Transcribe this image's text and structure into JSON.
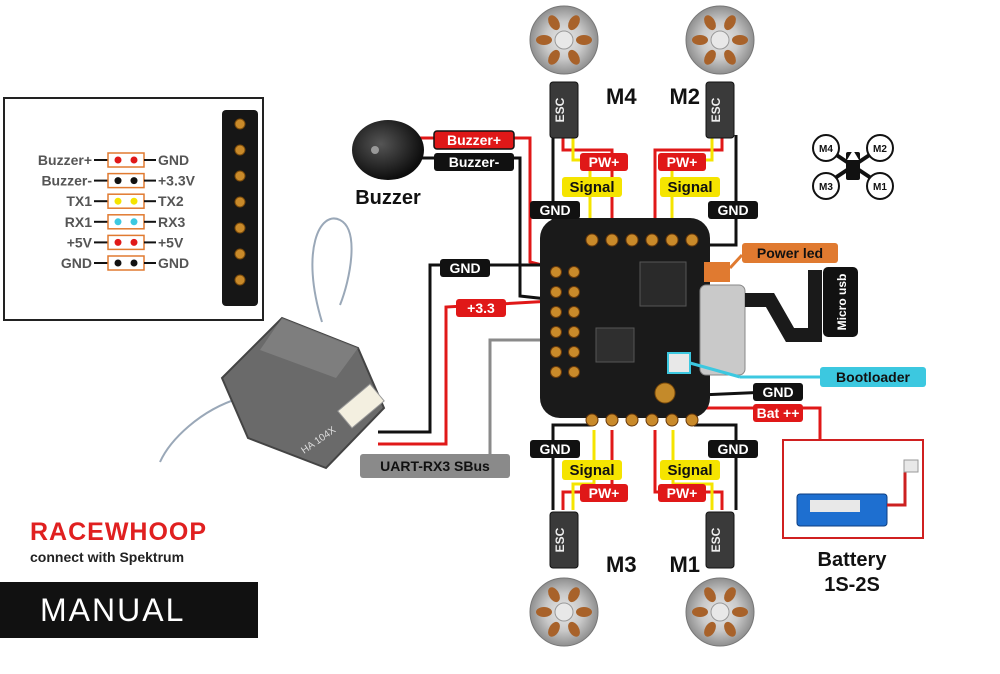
{
  "pinout": {
    "left": [
      "Buzzer+",
      "Buzzer-",
      "TX1",
      "RX1",
      "+5V",
      "GND"
    ],
    "right": [
      "GND",
      "+3.3V",
      "TX2",
      "RX3",
      "+5V",
      "GND"
    ]
  },
  "motors": {
    "m4": "M4",
    "m2": "M2",
    "m3": "M3",
    "m1": "M1"
  },
  "esc": "ESC",
  "wires": {
    "gnd": "GND",
    "signal": "Signal",
    "pw": "PW+",
    "buzzer_plus": "Buzzer+",
    "buzzer_minus": "Buzzer-",
    "v33": "+3.3",
    "uart": "UART-RX3 SBus",
    "power_led": "Power led",
    "micro_usb": "Micro usb",
    "bootloader": "Bootloader",
    "bat": "Bat ++"
  },
  "buzzer_label": "Buzzer",
  "battery": {
    "label": "Battery",
    "spec": "1S-2S"
  },
  "receiver_text": "HA 104X",
  "orientation": {
    "m4": "M4",
    "m2": "M2",
    "m3": "M3",
    "m1": "M1"
  },
  "brand": {
    "title": "RACEWHOOP",
    "subtitle": "connect with Spektrum",
    "manual": "MANUAL"
  },
  "colors": {
    "red": "#e01818",
    "black": "#111111",
    "yellow": "#f5e400",
    "cyan": "#3cc8e0",
    "orange": "#e07a30",
    "grey": "#8a8a8a"
  }
}
